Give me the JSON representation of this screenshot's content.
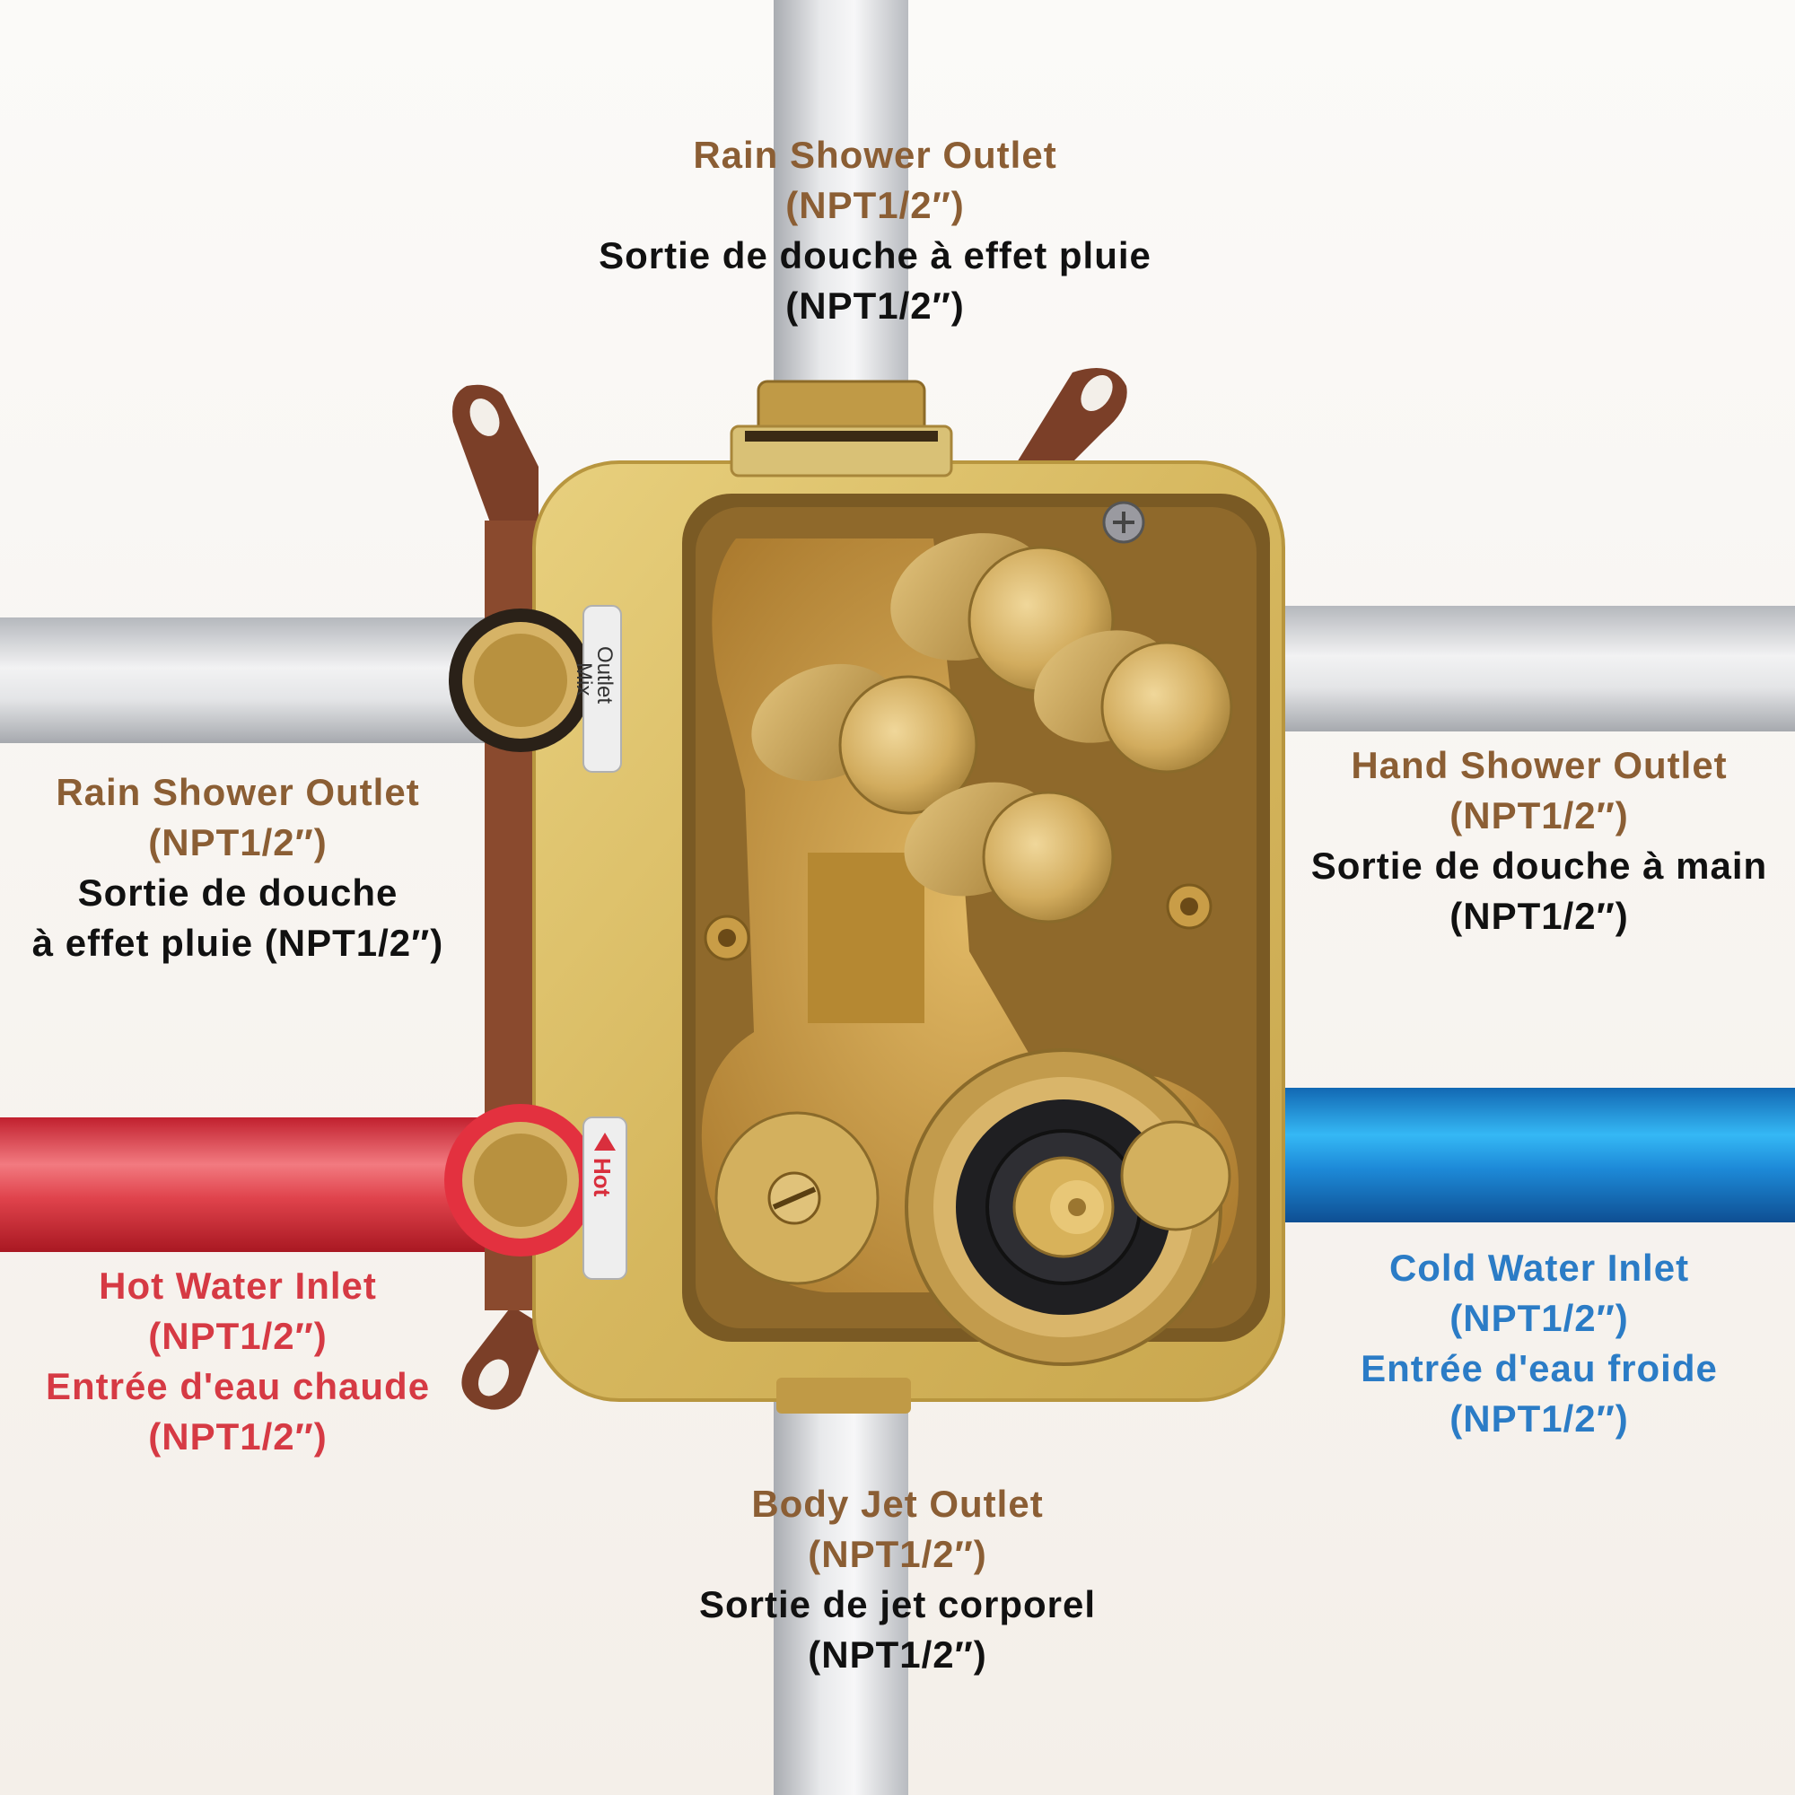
{
  "labels": {
    "rain_top": {
      "title": "Rain Shower Outlet",
      "size": "(NPT1/2″)",
      "fr_line1": "Sortie de douche à effet pluie",
      "fr_line2": "(NPT1/2″)"
    },
    "rain_left": {
      "title": "Rain Shower Outlet",
      "size": "(NPT1/2″)",
      "fr_line1": "Sortie de douche",
      "fr_line2": "à effet pluie (NPT1/2″)"
    },
    "hand": {
      "title": "Hand Shower Outlet",
      "size": "(NPT1/2″)",
      "fr_line1": "Sortie de douche à main",
      "fr_line2": "(NPT1/2″)"
    },
    "hot": {
      "title": "Hot Water Inlet",
      "size": "(NPT1/2″)",
      "fr_line1": "Entrée d'eau chaude",
      "fr_line2": "(NPT1/2″)"
    },
    "cold": {
      "title": "Cold Water Inlet",
      "size": "(NPT1/2″)",
      "fr_line1": "Entrée d'eau froide",
      "fr_line2": "(NPT1/2″)"
    },
    "body": {
      "title": "Body Jet Outlet",
      "size": "(NPT1/2″)",
      "fr_line1": "Sortie de jet corporel",
      "fr_line2": "(NPT1/2″)"
    }
  },
  "box_tags": {
    "outlet_line1": "Outlet",
    "outlet_line2": "Mix",
    "hot": "Hot"
  },
  "colors": {
    "english_outlet": "#8b5e34",
    "french": "#111111",
    "hot": "#d63a44",
    "cold": "#2b7cc6",
    "brass": "#c9a24c",
    "box_housing": "#dcc06a",
    "hot_pipe": "#d92f3d",
    "cold_pipe": "#1f86d6",
    "outlet_pipe": "#c9cbd0"
  }
}
